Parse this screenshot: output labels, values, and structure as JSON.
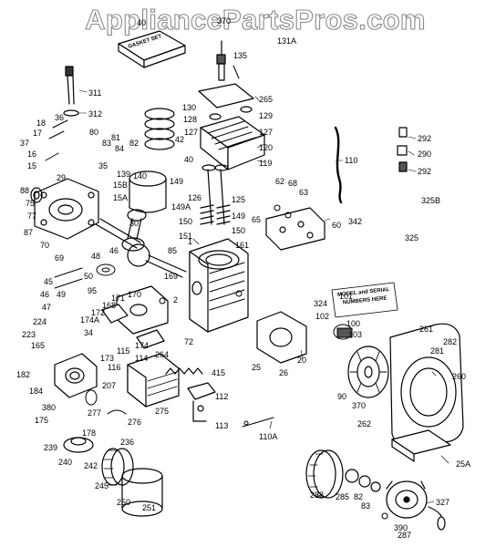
{
  "watermark": "AppliancePartsPros.com",
  "nameplate_text": [
    "MODEL and SERIAL",
    "NUMBERS HERE"
  ],
  "gasket_set_text": "GASKET SET",
  "callouts": [
    "40",
    "370",
    "131A",
    "135",
    "311",
    "312",
    "130",
    "265",
    "128",
    "129",
    "127",
    "127",
    "120",
    "119",
    "42",
    "40",
    "110",
    "292",
    "290",
    "292",
    "325B",
    "18",
    "36",
    "17",
    "16",
    "15",
    "37",
    "29",
    "80",
    "83",
    "81",
    "84",
    "82",
    "35",
    "139",
    "15B",
    "15A",
    "140",
    "149",
    "88",
    "75",
    "77",
    "126",
    "125",
    "62",
    "68",
    "63",
    "65",
    "60",
    "342",
    "87",
    "70",
    "69",
    "30",
    "149A",
    "150",
    "151",
    "149",
    "150",
    "325",
    "48",
    "46",
    "85",
    "1",
    "161",
    "50",
    "169",
    "45",
    "46",
    "49",
    "95",
    "47",
    "224",
    "223",
    "174A",
    "172",
    "173",
    "171",
    "170",
    "168",
    "2",
    "324",
    "101",
    "102",
    "100",
    "103",
    "261",
    "281",
    "282",
    "260",
    "165",
    "182",
    "184",
    "34",
    "174",
    "115",
    "114",
    "264",
    "207",
    "116",
    "72",
    "25",
    "26",
    "20",
    "90",
    "370",
    "262",
    "380",
    "175",
    "415",
    "112",
    "113",
    "275",
    "276",
    "277",
    "110A",
    "178",
    "239",
    "240",
    "236",
    "242",
    "245",
    "250",
    "251",
    "288",
    "285",
    "83",
    "82",
    "327",
    "390",
    "287",
    "25A"
  ]
}
